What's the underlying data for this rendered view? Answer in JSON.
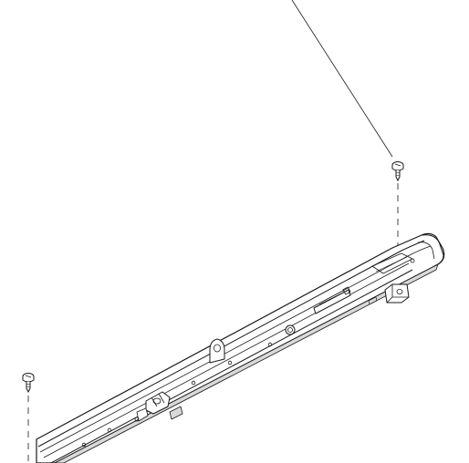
{
  "diagram": {
    "kind": "exploded-assembly-line-drawing",
    "parts": [
      {
        "id": "leader-line",
        "icon": "leader-line"
      },
      {
        "id": "screw-right",
        "icon": "screw-icon"
      },
      {
        "id": "screw-left",
        "icon": "screw-icon"
      },
      {
        "id": "rail",
        "icon": "trim-rail"
      }
    ],
    "colors": {
      "stroke": "#1a1a1a",
      "fill": "#ffffff",
      "shade": "#d9d9d9"
    }
  }
}
